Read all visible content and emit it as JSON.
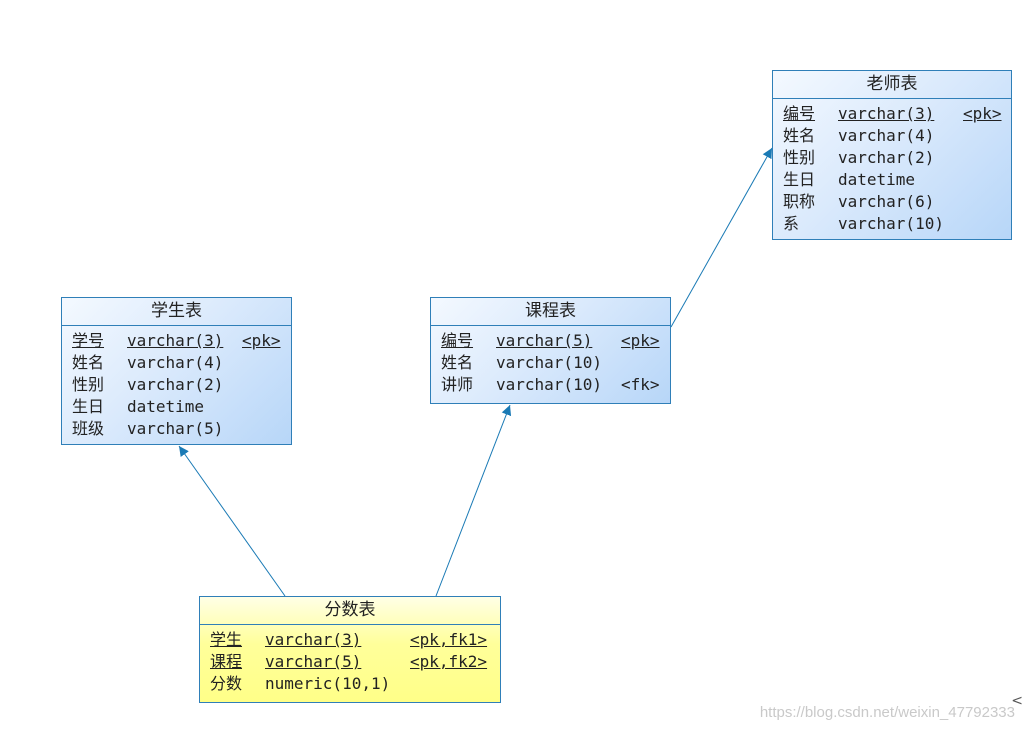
{
  "diagram": {
    "entities": [
      {
        "id": "teacher",
        "title": "老师表",
        "theme": "blue",
        "columns": [
          {
            "name": "编号",
            "type": "varchar(3)",
            "key": "<pk>",
            "underline": true
          },
          {
            "name": "姓名",
            "type": "varchar(4)",
            "key": "",
            "underline": false
          },
          {
            "name": "性别",
            "type": "varchar(2)",
            "key": "",
            "underline": false
          },
          {
            "name": "生日",
            "type": "datetime",
            "key": "",
            "underline": false
          },
          {
            "name": "职称",
            "type": "varchar(6)",
            "key": "",
            "underline": false
          },
          {
            "name": "系",
            "type": "varchar(10)",
            "key": "",
            "underline": false
          }
        ]
      },
      {
        "id": "student",
        "title": "学生表",
        "theme": "blue",
        "columns": [
          {
            "name": "学号",
            "type": "varchar(3)",
            "key": "<pk>",
            "underline": true
          },
          {
            "name": "姓名",
            "type": "varchar(4)",
            "key": "",
            "underline": false
          },
          {
            "name": "性别",
            "type": "varchar(2)",
            "key": "",
            "underline": false
          },
          {
            "name": "生日",
            "type": "datetime",
            "key": "",
            "underline": false
          },
          {
            "name": "班级",
            "type": "varchar(5)",
            "key": "",
            "underline": false
          }
        ]
      },
      {
        "id": "course",
        "title": "课程表",
        "theme": "blue",
        "columns": [
          {
            "name": "编号",
            "type": "varchar(5)",
            "key": "<pk>",
            "underline": true
          },
          {
            "name": "姓名",
            "type": "varchar(10)",
            "key": "",
            "underline": false
          },
          {
            "name": "讲师",
            "type": "varchar(10)",
            "key": "<fk>",
            "underline": false
          }
        ]
      },
      {
        "id": "score",
        "title": "分数表",
        "theme": "yellow",
        "columns": [
          {
            "name": "学生",
            "type": "varchar(3)",
            "key": "<pk,fk1>",
            "underline": true
          },
          {
            "name": "课程",
            "type": "varchar(5)",
            "key": "<pk,fk2>",
            "underline": true
          },
          {
            "name": "分数",
            "type": "numeric(10,1)",
            "key": "",
            "underline": false
          }
        ]
      }
    ],
    "relationships": [
      {
        "from": "score",
        "to": "student"
      },
      {
        "from": "score",
        "to": "course"
      },
      {
        "from": "course",
        "to": "teacher"
      }
    ],
    "colors": {
      "line": "#1a7ab5",
      "border": "#2f7fb8",
      "blue_fill": "#b7d6f8",
      "yellow_fill": "#ffff88"
    }
  },
  "watermark": "https://blog.csdn.net/weixin_47792333",
  "edge_glyph": "<"
}
